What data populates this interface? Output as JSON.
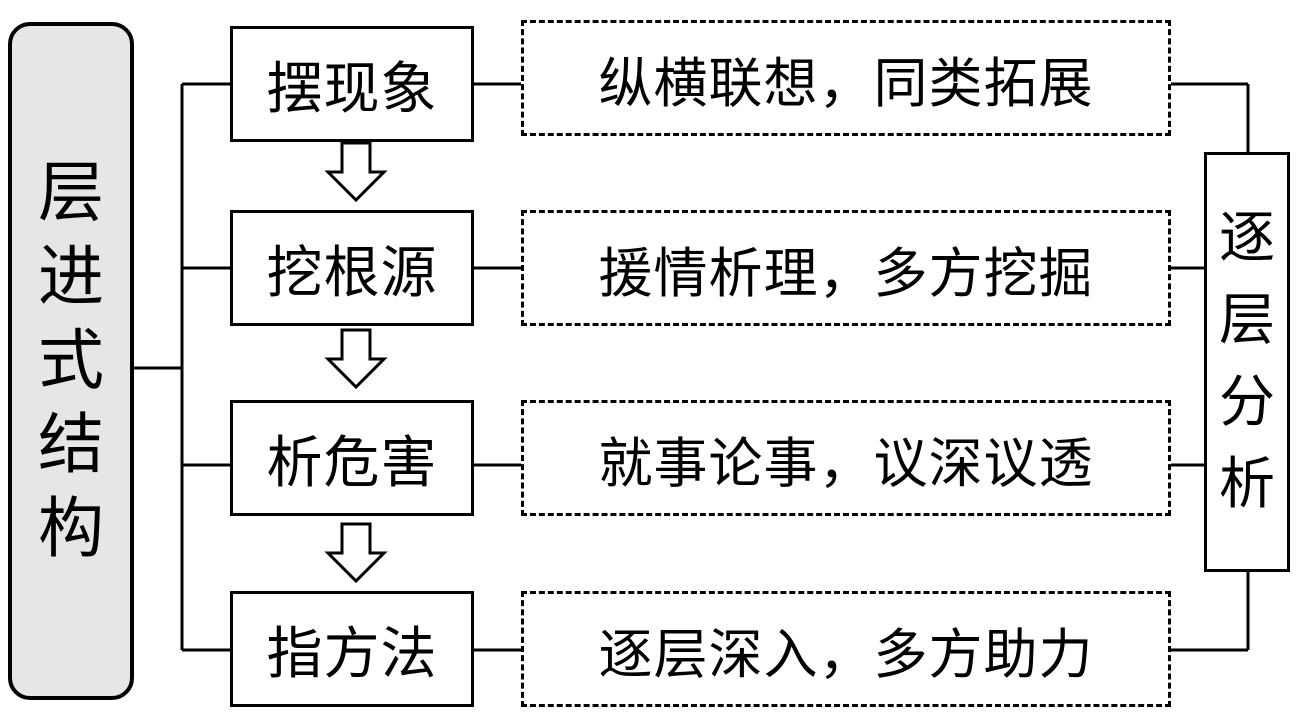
{
  "root": {
    "chars": [
      "层",
      "进",
      "式",
      "结",
      "构"
    ]
  },
  "steps": [
    {
      "label": "摆现象",
      "desc": "纵横联想，同类拓展"
    },
    {
      "label": "挖根源",
      "desc": "援情析理，多方挖掘"
    },
    {
      "label": "析危害",
      "desc": "就事论事，议深议透"
    },
    {
      "label": "指方法",
      "desc": "逐层深入，多方助力"
    }
  ],
  "side": {
    "chars": [
      "逐",
      "层",
      "分",
      "析"
    ]
  }
}
